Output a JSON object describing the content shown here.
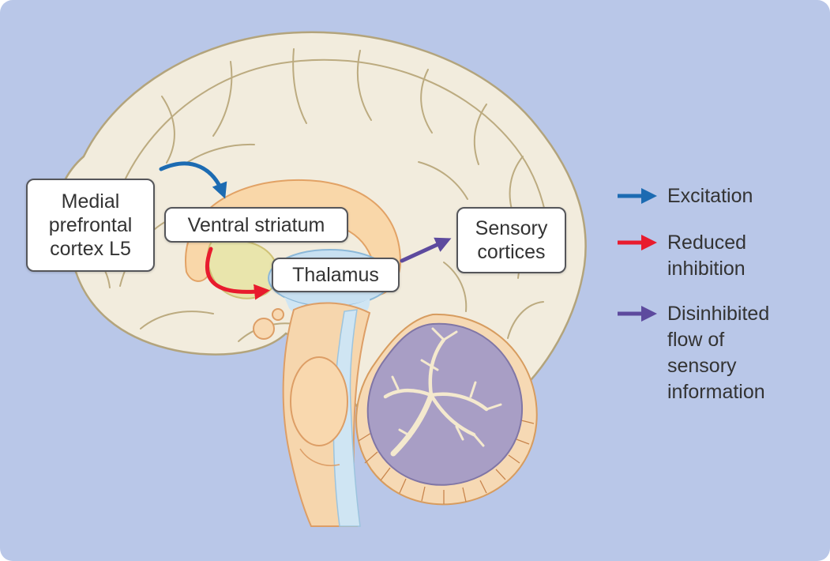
{
  "figure": {
    "background_color": "#b9c7e8",
    "labels": {
      "mpfc": "Medial prefrontal cortex L5",
      "ventral_striatum": "Ventral striatum",
      "thalamus": "Thalamus",
      "sensory_cortices": "Sensory cortices"
    },
    "legend": {
      "items": [
        {
          "label": "Excitation",
          "color": "#1c6bb2"
        },
        {
          "label": "Reduced inhibition",
          "color": "#e81b2d"
        },
        {
          "label": "Disinhibited flow of sensory information",
          "color": "#5d4a9e"
        }
      ]
    },
    "connections": [
      {
        "from": "Medial prefrontal cortex L5",
        "to": "Ventral striatum",
        "type": "Excitation",
        "color": "#1c6bb2"
      },
      {
        "from": "Ventral striatum",
        "to": "Thalamus",
        "type": "Reduced inhibition",
        "color": "#e81b2d"
      },
      {
        "from": "Thalamus",
        "to": "Sensory cortices",
        "type": "Disinhibited flow of sensory information",
        "color": "#5d4a9e"
      }
    ]
  }
}
